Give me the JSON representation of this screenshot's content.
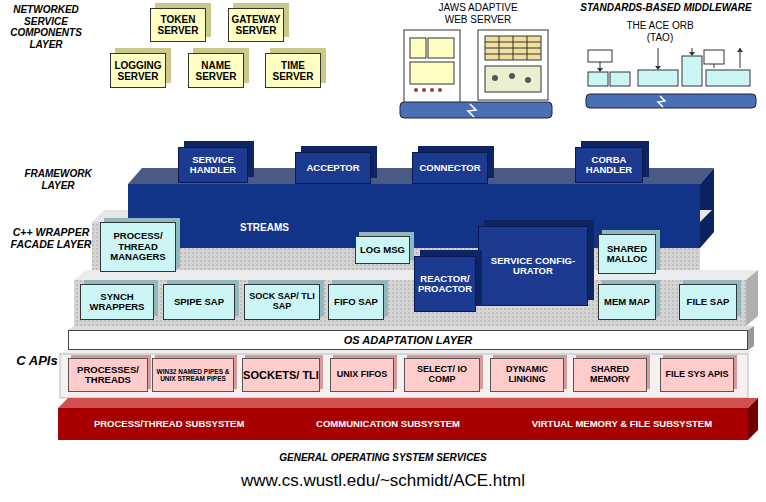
{
  "diagram": {
    "caption": "www.cs.wustl.edu/~schmidt/ACE.html",
    "nodes": [
      {
        "text": [
          "TOKEN SERVER"
        ]
      },
      {
        "text": [
          "GATEWAY SERVER"
        ]
      },
      {
        "text": [
          "LOGGING SERVER"
        ]
      },
      {
        "text": [
          "NAME SERVER"
        ]
      },
      {
        "text": [
          "TIME SERVER"
        ]
      },
      {
        "text": [
          "SERVICE HANDLER"
        ]
      },
      {
        "text": [
          "ACCEPTOR"
        ]
      },
      {
        "text": [
          "CONNECTOR"
        ]
      },
      {
        "text": [
          "CORBA HANDLER"
        ]
      },
      {
        "text": [
          "STREAMS"
        ]
      },
      {
        "text": [
          "PROCESS/ THREAD MANAGERS"
        ]
      },
      {
        "text": [
          "LOG MSG"
        ]
      },
      {
        "text": [
          "SERVICE CONFIG- URATOR"
        ]
      },
      {
        "text": [
          "SHARED MALLOC"
        ]
      },
      {
        "text": [
          "REACTOR/ PROACTOR"
        ]
      },
      {
        "text": [
          "SYNCH WRAPPERS"
        ]
      },
      {
        "text": [
          "SPIPE SAP"
        ]
      },
      {
        "text": [
          "SOCK SAP/ TLI SAP"
        ]
      },
      {
        "text": [
          "FIFO SAP"
        ]
      },
      {
        "text": [
          "MEM MAP"
        ]
      },
      {
        "text": [
          "FILE SAP"
        ]
      },
      {
        "text": [
          "OS ADAPTATION LAYER"
        ]
      },
      {
        "text": [
          "PROCESSES/ THREADS"
        ]
      },
      {
        "text": [
          "WIN32 NAMED PIPES & UNIX STREAM PIPES"
        ]
      },
      {
        "text": [
          "SOCKETS/ TLI"
        ]
      },
      {
        "text": [
          "UNIX FIFOS"
        ]
      },
      {
        "text": [
          "SELECT/ IO COMP"
        ]
      },
      {
        "text": [
          "DYNAMIC LINKING"
        ]
      },
      {
        "text": [
          "SHARED MEMORY"
        ]
      },
      {
        "text": [
          "FILE SYS APIS"
        ]
      },
      {
        "text": [
          "PROCESS/THREAD SUBSYSTEM",
          "COMMUNICATION SUBSYSTEM",
          "VIRTUAL MEMORY & FILE SUBSYSTEM"
        ]
      }
    ],
    "labels": [
      "NETWORKED SERVICE COMPONENTS LAYER",
      "JAWS ADAPTIVE WEB SERVER",
      "STANDARDS-BASED MIDDLEWARE",
      "THE ACE ORB (TAO)",
      "FRAMEWORK LAYER",
      "C++ WRAPPER FACADE LAYER",
      "C APIs",
      "GENERAL OPERATING SYSTEM SERVICES"
    ]
  }
}
